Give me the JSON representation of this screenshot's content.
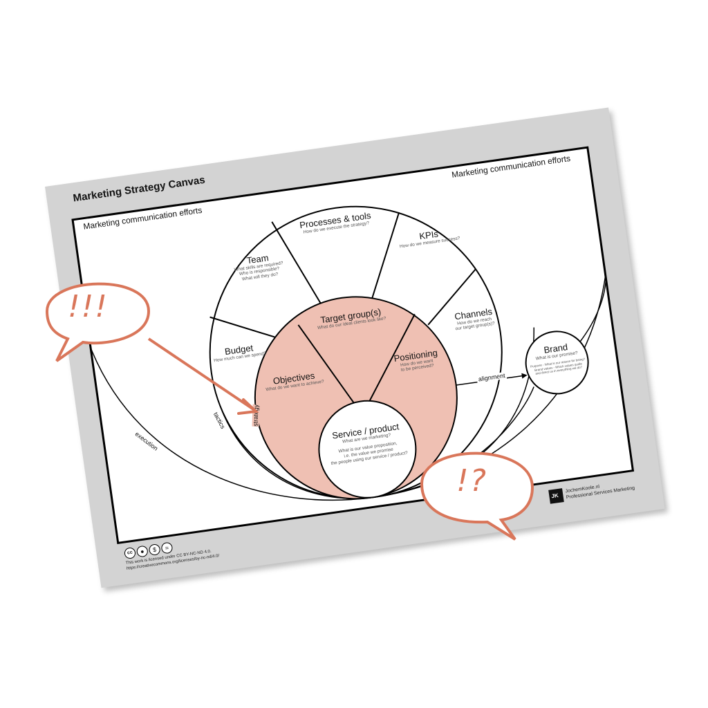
{
  "title": "Marketing Strategy Canvas",
  "efforts_label": "Marketing communication efforts",
  "segments": {
    "processes": {
      "label": "Processes & tools",
      "question": "How do we execute the strategy?"
    },
    "kpis": {
      "label": "KPIs",
      "question": "How do we measure success?"
    },
    "team": {
      "label": "Team",
      "q1": "What skills are required?",
      "q2": "Who is responsible?",
      "q3": "What will they do?"
    },
    "channels": {
      "label": "Channels",
      "q1": "How do we reach",
      "q2": "our target group(s)?"
    },
    "budget": {
      "label": "Budget",
      "question": "How much can we spend?"
    },
    "target": {
      "label": "Target group(s)",
      "question": "What do our ideal clients look like?"
    },
    "objectives": {
      "label": "Objectives",
      "question": "What do we want to achieve?"
    },
    "positioning": {
      "label": "Positioning",
      "q1": "How do we want",
      "q2": "to be perceived?"
    },
    "service": {
      "label": "Service / product",
      "question": "What are we marketing?",
      "d1": "What is our value proposition,",
      "d2": "i.e. the value we promise",
      "d3": "the people using our service / product?"
    },
    "brand": {
      "label": "Brand",
      "question": "What is our promise?",
      "d1": "Purpose - What is our reason for being?",
      "d2": "Brand values - Which values guide",
      "d3": "and direct us in everything we do?"
    }
  },
  "curve_labels": {
    "alignment": "alignment",
    "strategy": "strategy",
    "tactics": "tactics",
    "execution": "execution"
  },
  "logo": {
    "initials": "JK",
    "site": "JochemKoole.nl",
    "tagline": "Professional Services Marketing"
  },
  "license": {
    "line1": "This work is licensed under CC BY-NC-ND 4.0.",
    "line2": "https://creativecommons.org/licenses/by-nc-nd/4.0/",
    "icons": [
      "cc",
      "by",
      "nc",
      "nd"
    ]
  },
  "bubbles": {
    "left": "!!!",
    "right": "!?"
  },
  "colors": {
    "pink": "#efc0b3",
    "accent": "#d9765a",
    "paper": "#d3d3d3"
  }
}
